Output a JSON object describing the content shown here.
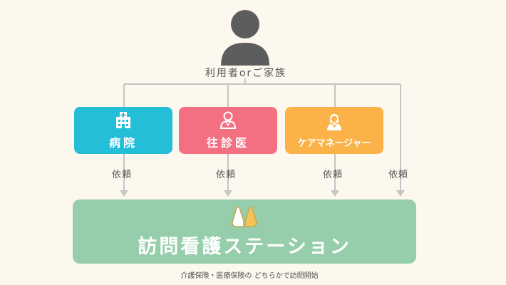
{
  "top": {
    "label": "利用者orご家族",
    "icon": "person-icon"
  },
  "providers": [
    {
      "id": "hospital",
      "label": "病院",
      "icon": "hospital-icon",
      "color": "#25bed8"
    },
    {
      "id": "doctor",
      "label": "往診医",
      "icon": "doctor-icon",
      "color": "#f36f82"
    },
    {
      "id": "care-manager",
      "label": "ケアマネージャー",
      "icon": "care-manager-icon",
      "color": "#fbb248"
    }
  ],
  "request_label": "依頼",
  "station": {
    "label": "訪問看護ステーション",
    "icon": "hands-icon",
    "color": "#96ceab"
  },
  "footnote": "介護保険・医療保険の どちらかで訪問開始",
  "colors": {
    "background": "#fcf8ee",
    "line": "#c5c5c5",
    "person": "#5d5d5d"
  }
}
